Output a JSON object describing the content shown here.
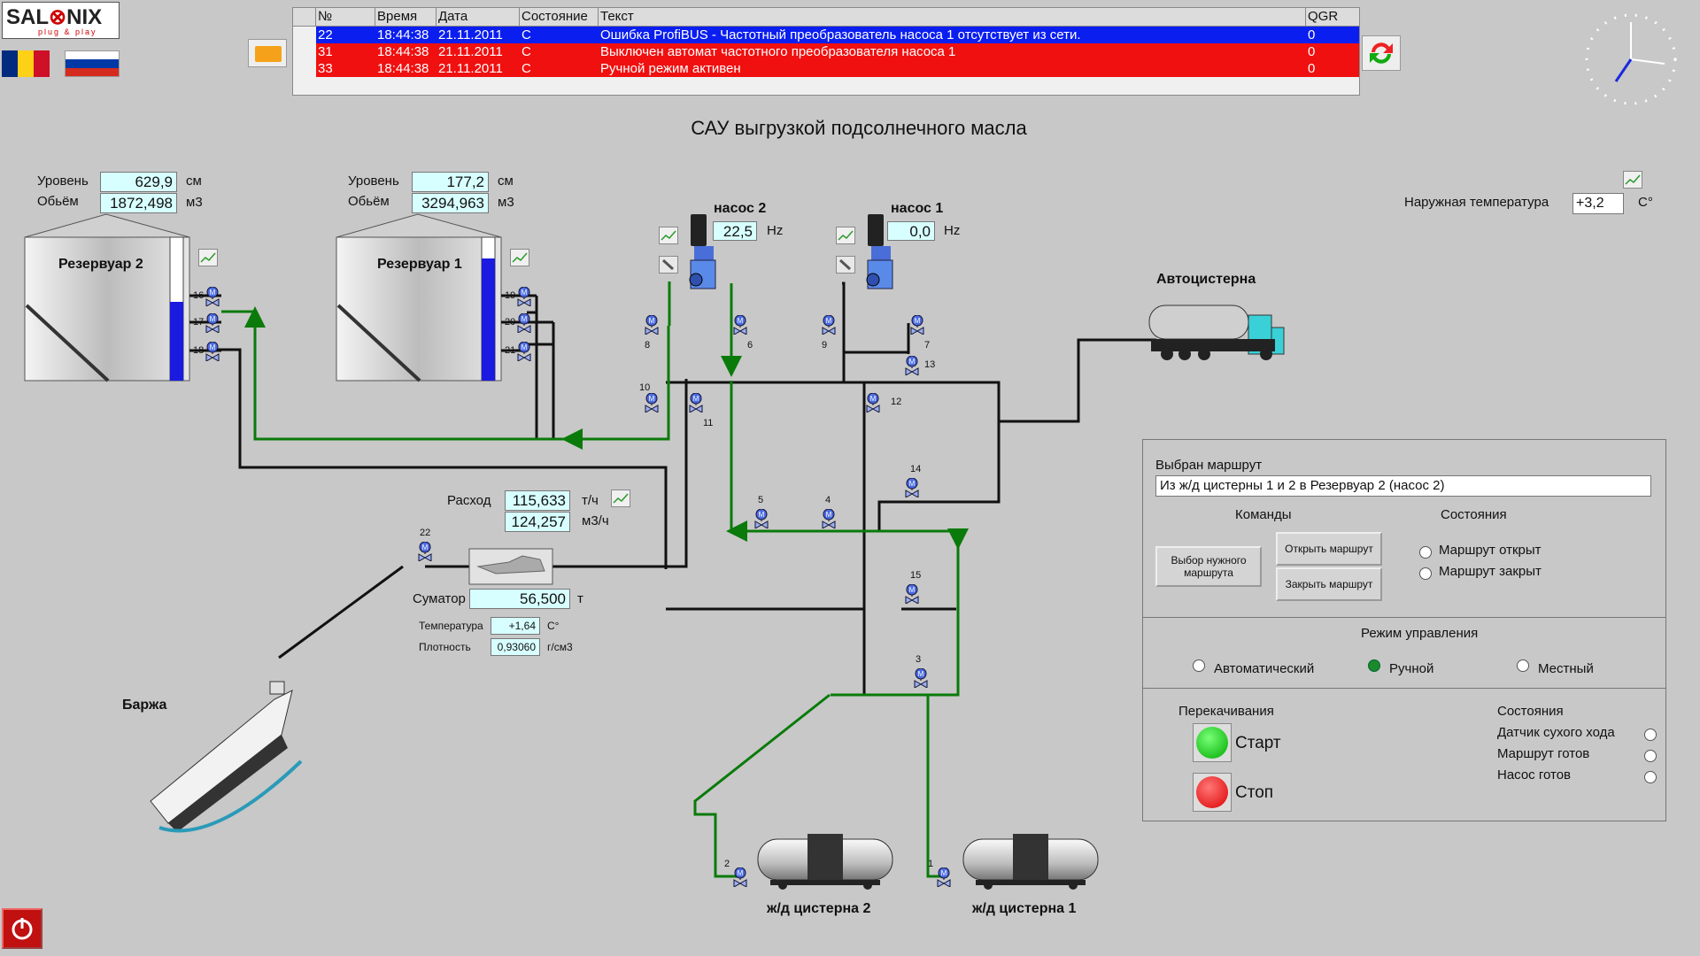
{
  "title": "САУ выгрузкой подсолнечного масла",
  "logo": {
    "text1": "SAL",
    "text2": "NIX",
    "tagline": "plug & play"
  },
  "alarms": {
    "headers": {
      "num": "№",
      "time": "Время",
      "date": "Дата",
      "state": "Состояние",
      "text": "Текст",
      "qgr": "QGR"
    },
    "rows": [
      {
        "num": "22",
        "time": "18:44:38",
        "date": "21.11.2011",
        "state": "C",
        "text": "Ошибка ProfiBUS - Частотный преобразователь насоса 1 отсутствует из сети.",
        "qgr": "0",
        "color": "#0a1ef0"
      },
      {
        "num": "31",
        "time": "18:44:38",
        "date": "21.11.2011",
        "state": "C",
        "text": "Выключен автомат частотного преобразователя насоса 1",
        "qgr": "0",
        "color": "#f01010"
      },
      {
        "num": "33",
        "time": "18:44:38",
        "date": "21.11.2011",
        "state": "C",
        "text": "Ручной режим активен",
        "qgr": "0",
        "color": "#f01010"
      }
    ]
  },
  "tank2": {
    "name": "Резервуар 2",
    "level_label": "Уровень",
    "level": "629,9",
    "level_unit": "см",
    "volume_label": "Обьём",
    "volume": "1872,498",
    "volume_unit": "м3",
    "fill": 0.55
  },
  "tank1": {
    "name": "Резервуар 1",
    "level_label": "Уровень",
    "level": "177,2",
    "level_unit": "см",
    "volume_label": "Обьём",
    "volume": "3294,963",
    "volume_unit": "м3",
    "fill": 0.85
  },
  "pump2": {
    "name": "насос 2",
    "value": "22,5",
    "unit": "Hz"
  },
  "pump1": {
    "name": "насос 1",
    "value": "0,0",
    "unit": "Hz"
  },
  "outside_temp": {
    "label": "Наружная температура",
    "value": "+3,2",
    "unit": "С°"
  },
  "truck": {
    "label": "Автоцистерна"
  },
  "barge": {
    "label": "Баржа"
  },
  "flow": {
    "label": "Расход",
    "value1": "115,633",
    "unit1": "т/ч",
    "value2": "124,257",
    "unit2": "м3/ч"
  },
  "summator": {
    "label": "Суматор",
    "value": "56,500",
    "unit": "т",
    "temp_label": "Температура",
    "temp": "+1,64",
    "temp_unit": "С°",
    "dens_label": "Плотность",
    "dens": "0,93060",
    "dens_unit": "г/см3"
  },
  "railcar2": {
    "label": "ж/д цистерна 2"
  },
  "railcar1": {
    "label": "ж/д цистерна 1"
  },
  "valves": [
    "1",
    "2",
    "3",
    "4",
    "5",
    "6",
    "7",
    "8",
    "9",
    "10",
    "11",
    "12",
    "13",
    "14",
    "15",
    "16",
    "17",
    "18",
    "19",
    "20",
    "21",
    "22"
  ],
  "route": {
    "selected_label": "Выбран маршрут",
    "selected_value": "Из ж/д цистерны 1 и 2 в Резервуар 2 (насос 2)",
    "commands_label": "Команды",
    "states_label": "Состояния",
    "select_btn": "Выбор нужного маршрута",
    "open_btn": "Открыть маршрут",
    "close_btn": "Закрыть маршрут",
    "state_open": "Маршрут открыт",
    "state_closed": "Маршрут закрыт"
  },
  "mode": {
    "label": "Режим управления",
    "auto": "Автоматический",
    "manual": "Ручной",
    "local": "Местный",
    "selected": "manual"
  },
  "pumping": {
    "label": "Перекачивания",
    "start": "Старт",
    "stop": "Стоп",
    "states_label": "Состояния",
    "dry_run": "Датчик сухого хода",
    "route_ready": "Маршрут готов",
    "pump_ready": "Насос готов"
  }
}
